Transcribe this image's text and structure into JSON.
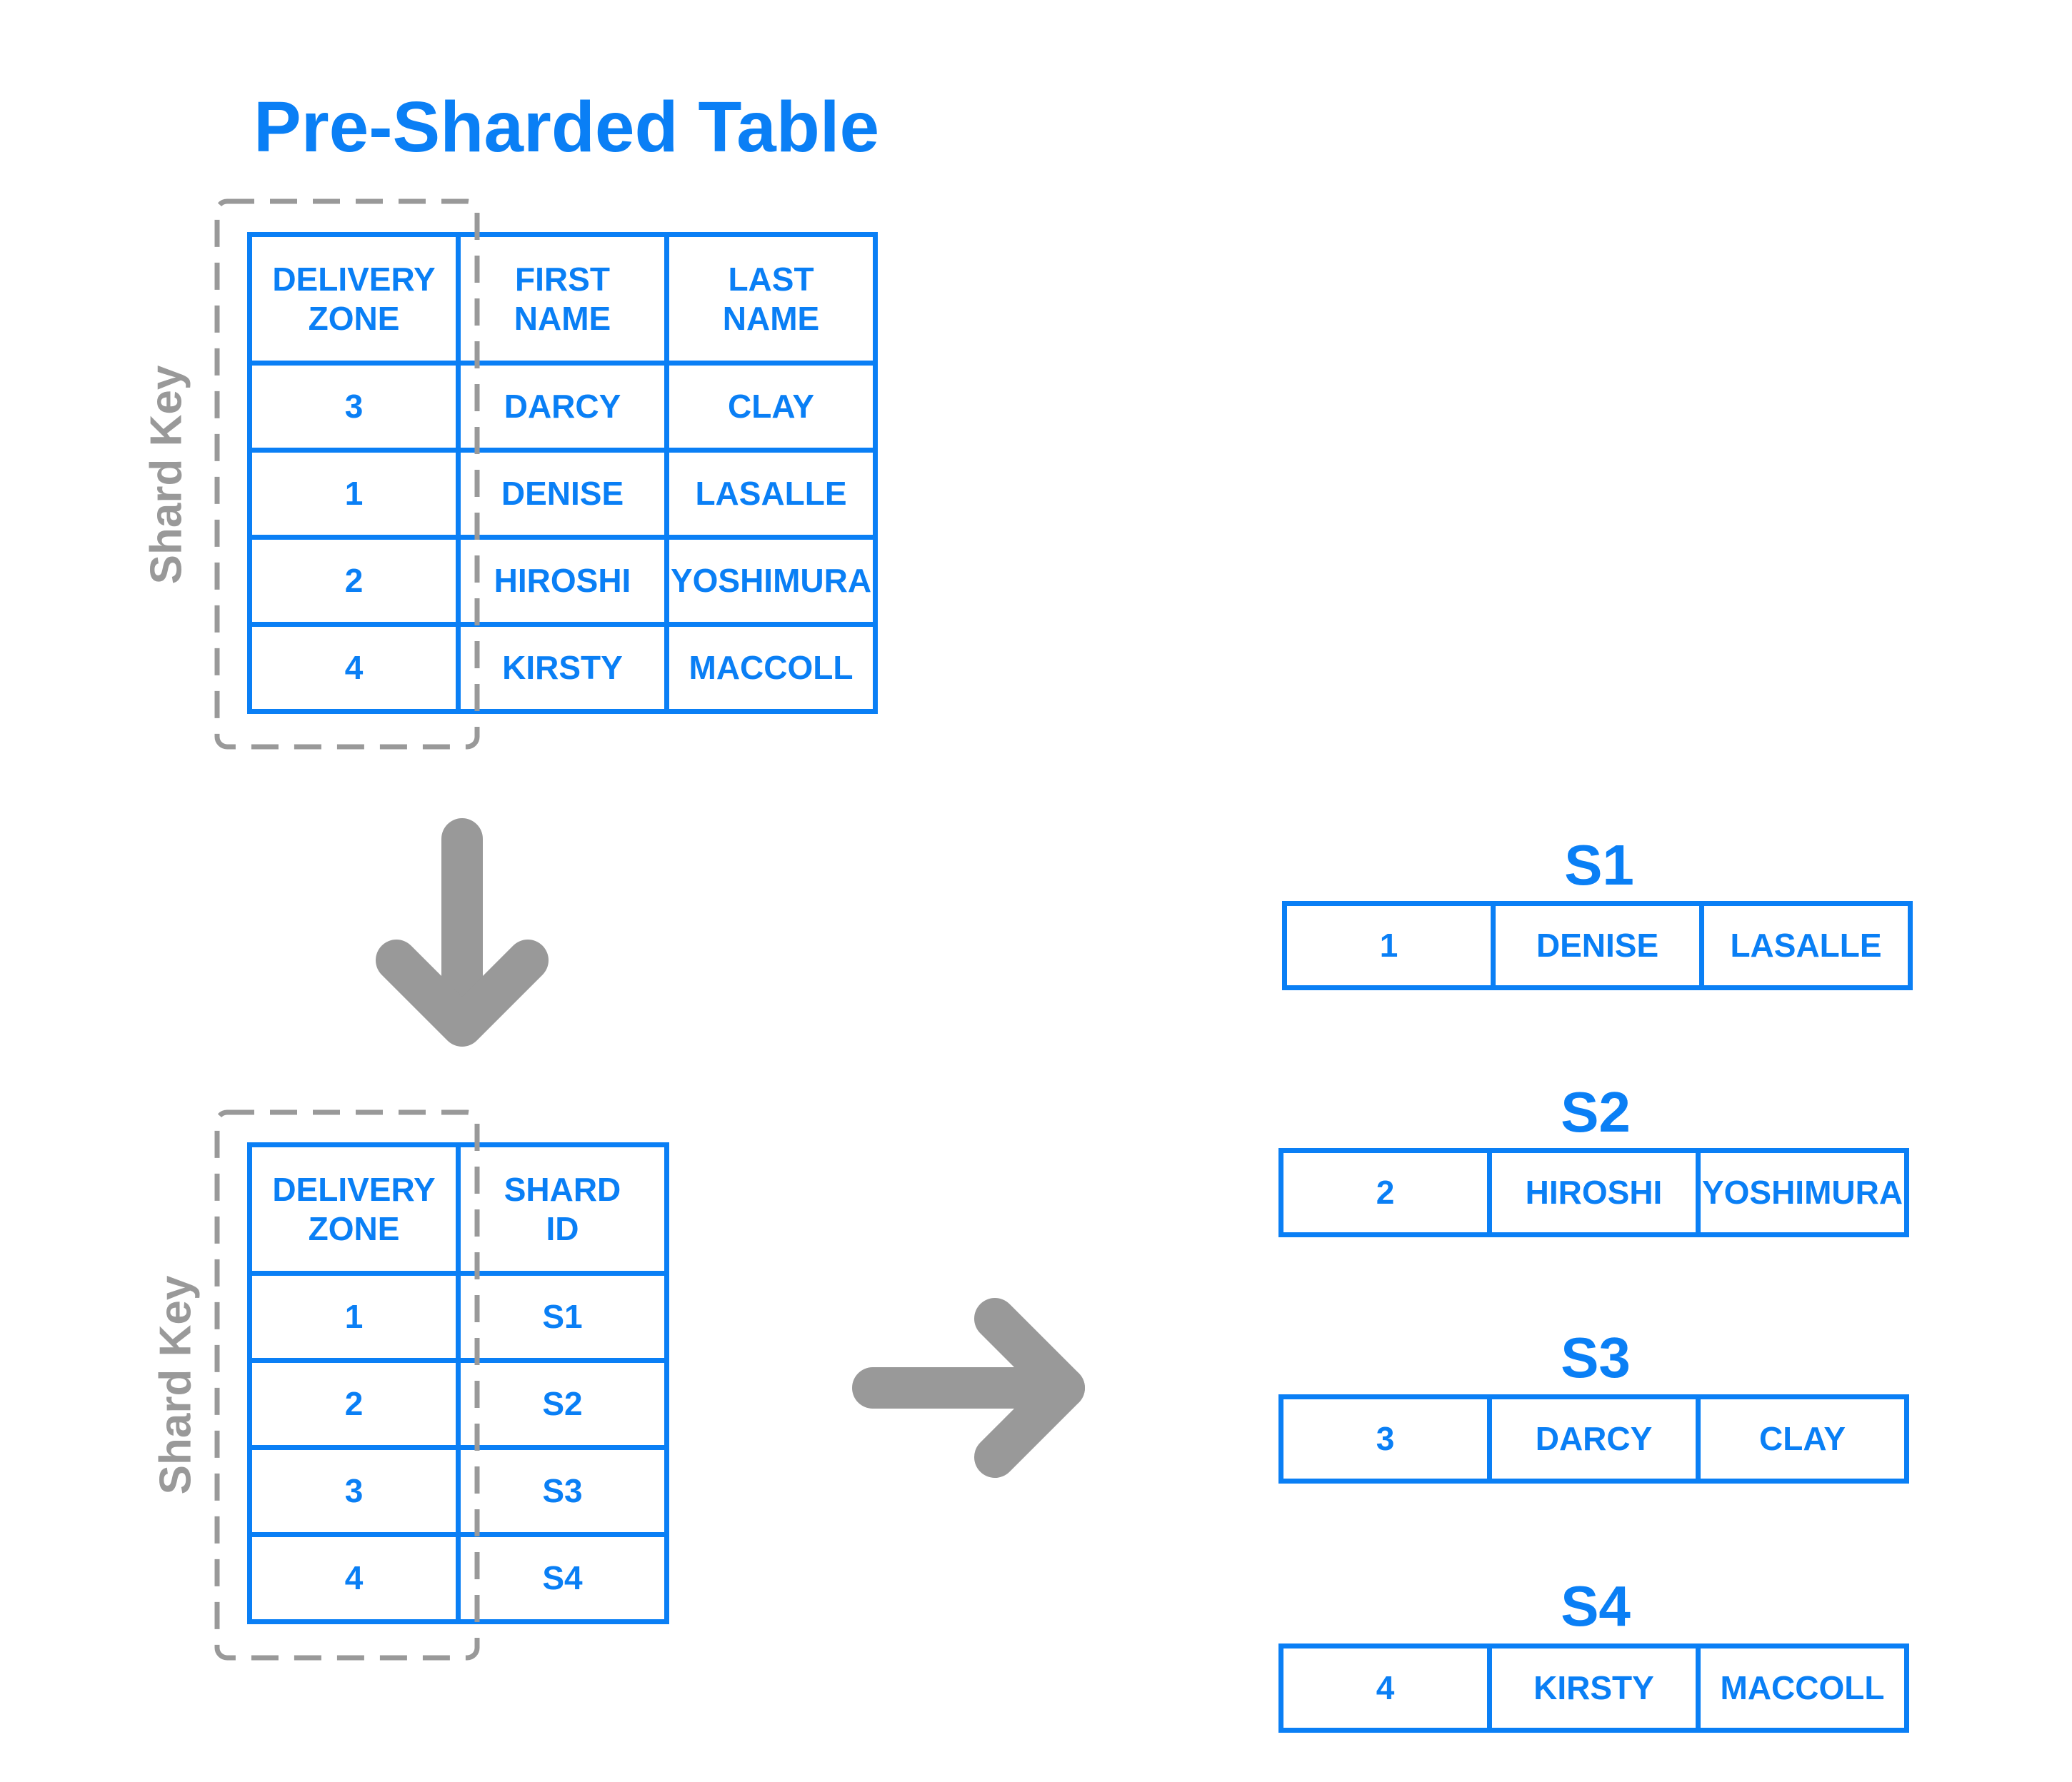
{
  "title": "Pre-Sharded Table",
  "shard_key_label": "Shard Key",
  "pre_table": {
    "headers": [
      "DELIVERY\nZONE",
      "FIRST\nNAME",
      "LAST\nNAME"
    ],
    "rows": [
      [
        "3",
        "DARCY",
        "CLAY"
      ],
      [
        "1",
        "DENISE",
        "LASALLE"
      ],
      [
        "2",
        "HIROSHI",
        "YOSHIMURA"
      ],
      [
        "4",
        "KIRSTY",
        "MACCOLL"
      ]
    ]
  },
  "lookup_table": {
    "headers": [
      "DELIVERY\nZONE",
      "SHARD\nID"
    ],
    "rows": [
      [
        "1",
        "S1"
      ],
      [
        "2",
        "S2"
      ],
      [
        "3",
        "S3"
      ],
      [
        "4",
        "S4"
      ]
    ]
  },
  "shards": [
    {
      "name": "S1",
      "row": [
        "1",
        "DENISE",
        "LASALLE"
      ]
    },
    {
      "name": "S2",
      "row": [
        "2",
        "HIROSHI",
        "YOSHIMURA"
      ]
    },
    {
      "name": "S3",
      "row": [
        "3",
        "DARCY",
        "CLAY"
      ]
    },
    {
      "name": "S4",
      "row": [
        "4",
        "KIRSTY",
        "MACCOLL"
      ]
    }
  ],
  "colors": {
    "accent": "#0a7ff5",
    "gray": "#999999"
  }
}
